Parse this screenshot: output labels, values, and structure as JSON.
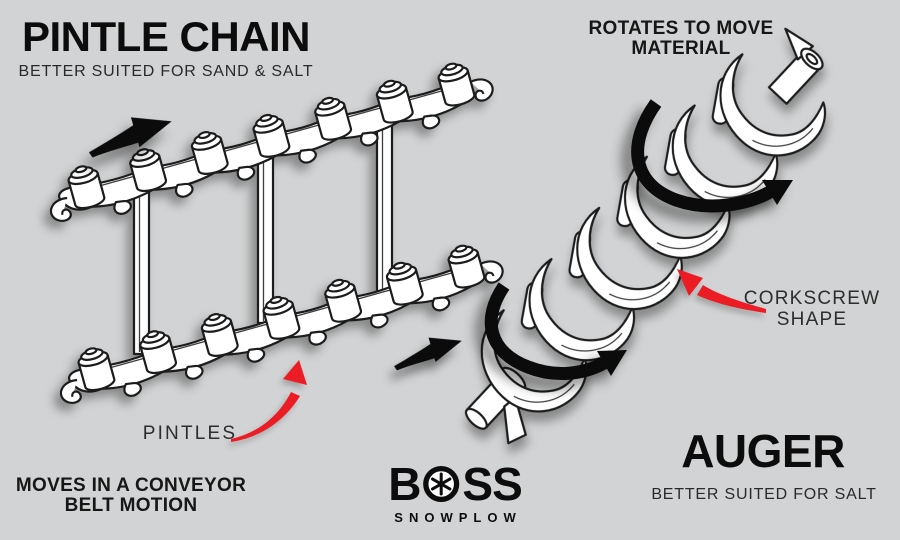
{
  "colors": {
    "background": "#d2d3d4",
    "ink": "#0d0d0d",
    "subtext": "#2a2a2a",
    "accent_red": "#ec1c24",
    "art_fill": "#ffffff",
    "art_stroke": "#1c1c1c"
  },
  "pintle_chain": {
    "title": "PINTLE CHAIN",
    "subtitle": "BETTER SUITED FOR SAND & SALT",
    "part_label": "PINTLES",
    "motion_note_line1": "MOVES IN A CONVEYOR",
    "motion_note_line2": "BELT MOTION"
  },
  "auger": {
    "title": "AUGER",
    "subtitle": "BETTER SUITED FOR SALT",
    "rotation_note_line1": "ROTATES TO MOVE",
    "rotation_note_line2": "MATERIAL",
    "shape_label_line1": "CORKSCREW",
    "shape_label_line2": "SHAPE"
  },
  "brand": {
    "wordmark_b": "B",
    "wordmark_ss": "SS",
    "tagline": "SNOWPLOW"
  }
}
